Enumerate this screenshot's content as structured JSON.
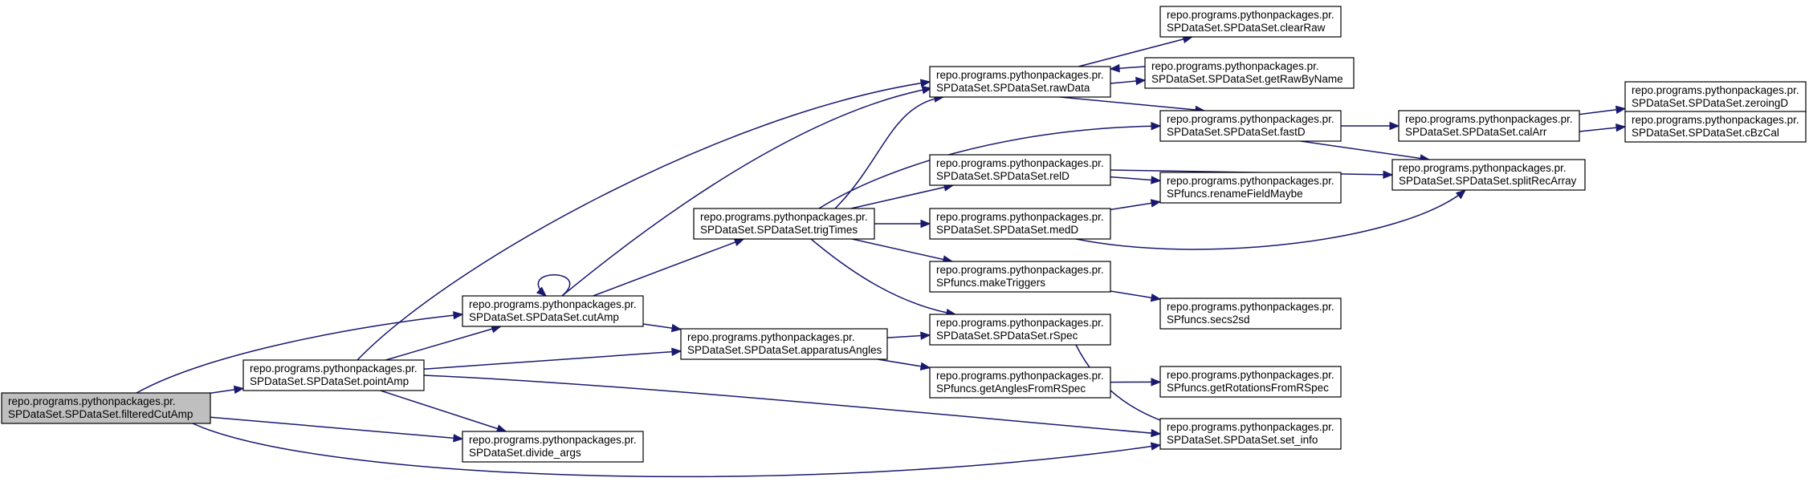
{
  "diagram": {
    "colors": {
      "edge": "#191970",
      "root_fill": "#bfbfbf",
      "node_fill": "#ffffff",
      "node_border": "#000000"
    },
    "nodes": [
      {
        "id": "filteredCutAmp",
        "line1": "repo.programs.pythonpackages.pr.",
        "line2": "SPDataSet.SPDataSet.filteredCutAmp",
        "root": true
      },
      {
        "id": "pointAmp",
        "line1": "repo.programs.pythonpackages.pr.",
        "line2": "SPDataSet.SPDataSet.pointAmp"
      },
      {
        "id": "cutAmp",
        "line1": "repo.programs.pythonpackages.pr.",
        "line2": "SPDataSet.SPDataSet.cutAmp"
      },
      {
        "id": "divide_args",
        "line1": "repo.programs.pythonpackages.pr.",
        "line2": "SPDataSet.divide_args"
      },
      {
        "id": "trigTimes",
        "line1": "repo.programs.pythonpackages.pr.",
        "line2": "SPDataSet.SPDataSet.trigTimes"
      },
      {
        "id": "apparatusAngles",
        "line1": "repo.programs.pythonpackages.pr.",
        "line2": "SPDataSet.SPDataSet.apparatusAngles"
      },
      {
        "id": "rawData",
        "line1": "repo.programs.pythonpackages.pr.",
        "line2": "SPDataSet.SPDataSet.rawData"
      },
      {
        "id": "relD",
        "line1": "repo.programs.pythonpackages.pr.",
        "line2": "SPDataSet.SPDataSet.relD"
      },
      {
        "id": "medD",
        "line1": "repo.programs.pythonpackages.pr.",
        "line2": "SPDataSet.SPDataSet.medD"
      },
      {
        "id": "makeTriggers",
        "line1": "repo.programs.pythonpackages.pr.",
        "line2": "SPfuncs.makeTriggers"
      },
      {
        "id": "rSpec",
        "line1": "repo.programs.pythonpackages.pr.",
        "line2": "SPDataSet.SPDataSet.rSpec"
      },
      {
        "id": "getAnglesFromRSpec",
        "line1": "repo.programs.pythonpackages.pr.",
        "line2": "SPfuncs.getAnglesFromRSpec"
      },
      {
        "id": "clearRaw",
        "line1": "repo.programs.pythonpackages.pr.",
        "line2": "SPDataSet.SPDataSet.clearRaw"
      },
      {
        "id": "getRawByName",
        "line1": "repo.programs.pythonpackages.pr.",
        "line2": "SPDataSet.SPDataSet.getRawByName"
      },
      {
        "id": "fastD",
        "line1": "repo.programs.pythonpackages.pr.",
        "line2": "SPDataSet.SPDataSet.fastD"
      },
      {
        "id": "renameFieldMaybe",
        "line1": "repo.programs.pythonpackages.pr.",
        "line2": "SPfuncs.renameFieldMaybe"
      },
      {
        "id": "secs2sd",
        "line1": "repo.programs.pythonpackages.pr.",
        "line2": "SPfuncs.secs2sd"
      },
      {
        "id": "getRotationsFromRSpec",
        "line1": "repo.programs.pythonpackages.pr.",
        "line2": "SPfuncs.getRotationsFromRSpec"
      },
      {
        "id": "set_info",
        "line1": "repo.programs.pythonpackages.pr.",
        "line2": "SPDataSet.SPDataSet.set_info"
      },
      {
        "id": "calArr",
        "line1": "repo.programs.pythonpackages.pr.",
        "line2": "SPDataSet.SPDataSet.calArr"
      },
      {
        "id": "splitRecArray",
        "line1": "repo.programs.pythonpackages.pr.",
        "line2": "SPDataSet.SPDataSet.splitRecArray"
      },
      {
        "id": "zeroingD",
        "line1": "repo.programs.pythonpackages.pr.",
        "line2": "SPDataSet.SPDataSet.zeroingD"
      },
      {
        "id": "cBzCal",
        "line1": "repo.programs.pythonpackages.pr.",
        "line2": "SPDataSet.SPDataSet.cBzCal"
      }
    ],
    "edges": [
      [
        "filteredCutAmp",
        "pointAmp"
      ],
      [
        "filteredCutAmp",
        "cutAmp"
      ],
      [
        "filteredCutAmp",
        "divide_args"
      ],
      [
        "filteredCutAmp",
        "set_info"
      ],
      [
        "pointAmp",
        "cutAmp"
      ],
      [
        "pointAmp",
        "divide_args"
      ],
      [
        "pointAmp",
        "apparatusAngles"
      ],
      [
        "pointAmp",
        "rawData"
      ],
      [
        "pointAmp",
        "set_info"
      ],
      [
        "cutAmp",
        "cutAmp"
      ],
      [
        "cutAmp",
        "rawData"
      ],
      [
        "cutAmp",
        "trigTimes"
      ],
      [
        "cutAmp",
        "apparatusAngles"
      ],
      [
        "trigTimes",
        "rawData"
      ],
      [
        "trigTimes",
        "fastD"
      ],
      [
        "trigTimes",
        "relD"
      ],
      [
        "trigTimes",
        "medD"
      ],
      [
        "trigTimes",
        "makeTriggers"
      ],
      [
        "trigTimes",
        "rSpec"
      ],
      [
        "apparatusAngles",
        "rSpec"
      ],
      [
        "apparatusAngles",
        "getAnglesFromRSpec"
      ],
      [
        "rawData",
        "clearRaw"
      ],
      [
        "rawData",
        "getRawByName"
      ],
      [
        "rawData",
        "fastD"
      ],
      [
        "getRawByName",
        "rawData"
      ],
      [
        "relD",
        "renameFieldMaybe"
      ],
      [
        "relD",
        "splitRecArray"
      ],
      [
        "medD",
        "renameFieldMaybe"
      ],
      [
        "medD",
        "splitRecArray"
      ],
      [
        "makeTriggers",
        "secs2sd"
      ],
      [
        "rSpec",
        "set_info"
      ],
      [
        "getAnglesFromRSpec",
        "getRotationsFromRSpec"
      ],
      [
        "fastD",
        "calArr"
      ],
      [
        "fastD",
        "splitRecArray"
      ],
      [
        "calArr",
        "zeroingD"
      ],
      [
        "calArr",
        "cBzCal"
      ]
    ]
  }
}
